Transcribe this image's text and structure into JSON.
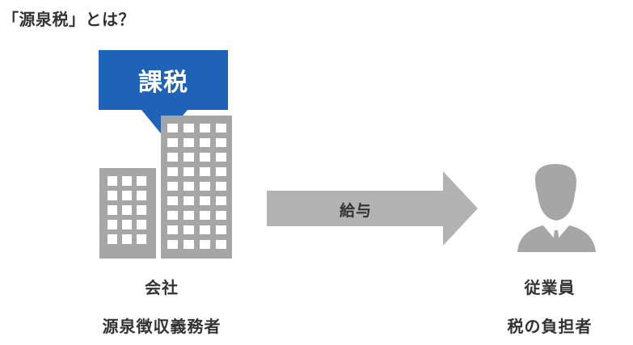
{
  "title": "「源泉税」とは？",
  "tax_badge": {
    "label": "課税",
    "color": "#1f63b8"
  },
  "arrow": {
    "label": "給与",
    "color": "#b3b3b3"
  },
  "company": {
    "name": "会社",
    "role": "源泉徴収義務者",
    "icon": "office-building-icon"
  },
  "employee": {
    "name": "従業員",
    "role": "税の負担者",
    "icon": "businessman-person-icon"
  },
  "colors": {
    "text": "#333333",
    "icon_gray": "#a6a6a6",
    "window_white": "#ffffff"
  }
}
